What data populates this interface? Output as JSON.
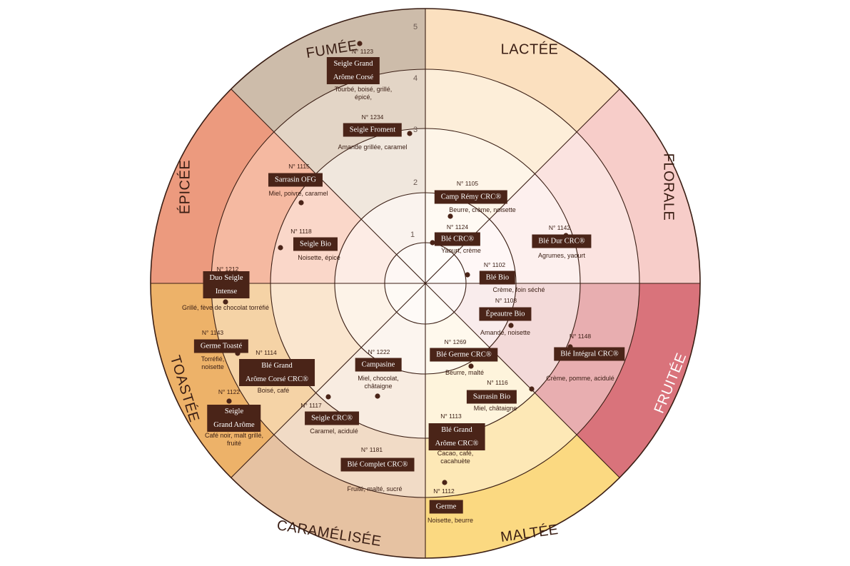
{
  "ring_scale": [
    "1",
    "2",
    "3",
    "4",
    "5"
  ],
  "sectors": [
    {
      "name": "FUMÉE",
      "colors": [
        "#cdbcaa",
        "#e3d5c6",
        "#f0e7dd",
        "#faf3ee",
        "#fdf9f6"
      ]
    },
    {
      "name": "LACTÉE",
      "colors": [
        "#fbe0bf",
        "#fdeed9",
        "#fef5e8",
        "#fffaf3",
        "#fffdfa"
      ]
    },
    {
      "name": "FLORALE",
      "colors": [
        "#f7cdc9",
        "#fbe3e0",
        "#fdf0ee",
        "#fff7f6",
        "#fffcfb"
      ]
    },
    {
      "name": "FRUITÉE",
      "colors": [
        "#d9737b",
        "#e8aeb0",
        "#f3dad9",
        "#f9ecec",
        "#fdf7f6"
      ]
    },
    {
      "name": "MALTÉE",
      "colors": [
        "#fbd981",
        "#fde8b6",
        "#fef4dc",
        "#fff9ed",
        "#fffcf7"
      ]
    },
    {
      "name": "CARAMÉLISÉE",
      "colors": [
        "#e6c2a2",
        "#f1dbc6",
        "#f8ece1",
        "#fcf5ef",
        "#fefaf7"
      ]
    },
    {
      "name": "TOASTÉE",
      "colors": [
        "#edb269",
        "#f5d3a6",
        "#fae6cf",
        "#fdf3e8",
        "#fefaf5"
      ]
    },
    {
      "name": "ÉPICÉE",
      "colors": [
        "#ec9a7e",
        "#f5b9a1",
        "#fad7c9",
        "#fdece5",
        "#fef7f4"
      ]
    }
  ],
  "breads": [
    {
      "number": "N° 1123",
      "name": "Seigle Grand\nArôme Corsé",
      "notes": "Tourbé, boisé, grillé,\népicé,"
    },
    {
      "number": "N° 1234",
      "name": "Seigle Froment",
      "notes": "Amande grillée, caramel"
    },
    {
      "number": "N° 1115",
      "name": "Sarrasin OFG",
      "notes": "Miel, poivre, caramel"
    },
    {
      "number": "N° 1118",
      "name": "Seigle Bio",
      "notes": "Noisette, épicé"
    },
    {
      "number": "N° 1212",
      "name": "Duo Seigle\nIntense",
      "notes": "Grillé, fève de chocolat torréfié"
    },
    {
      "number": "N° 1143",
      "name": "Germe Toasté",
      "notes": "Torréfié,\nnoisette"
    },
    {
      "number": "N° 1114",
      "name": "Blé Grand\nArôme Corsé CRC®",
      "notes": "Boisé, café"
    },
    {
      "number": "N° 1122",
      "name": "Seigle\nGrand Arôme",
      "notes": "Café noir, malt grillé,\nfruité"
    },
    {
      "number": "N° 1222",
      "name": "Campasine",
      "notes": "Miel, chocolat,\nchâtaigne"
    },
    {
      "number": "N° 1117",
      "name": "Seigle CRC®",
      "notes": "Caramel, acidulé"
    },
    {
      "number": "N° 1181",
      "name": "Blé Complet CRC®",
      "notes": "Fruité, malté, sucré"
    },
    {
      "number": "N° 1105",
      "name": "Camp Rémy CRC®",
      "notes": "Beurre, crème, noisette"
    },
    {
      "number": "N° 1124",
      "name": "Blé CRC®",
      "notes": "Yaourt, crème"
    },
    {
      "number": "N° 1142",
      "name": "Blé Dur CRC®",
      "notes": "Agrumes, yaourt"
    },
    {
      "number": "N° 1102",
      "name": "Blé Bio",
      "notes": "Crème, foin séché"
    },
    {
      "number": "N° 1108",
      "name": "Épeautre Bio",
      "notes": "Amande, noisette"
    },
    {
      "number": "N° 1148",
      "name": "Blé Intégral CRC®",
      "notes": "Crème, pomme, acidulé"
    },
    {
      "number": "N° 1269",
      "name": "Blé Germe CRC®",
      "notes": "Beurre, malté"
    },
    {
      "number": "N° 1116",
      "name": "Sarrasin Bio",
      "notes": "Miel, châtaigne"
    },
    {
      "number": "N° 1113",
      "name": "Blé Grand\nArôme CRC®",
      "notes": "Cacao, café,\ncacahuète"
    },
    {
      "number": "N° 1112",
      "name": "Germe",
      "notes": "Noisette, beurre"
    }
  ],
  "palette": {
    "label_bg": "#4a2418",
    "line": "#3a1e14",
    "dot": "#4a2418"
  }
}
